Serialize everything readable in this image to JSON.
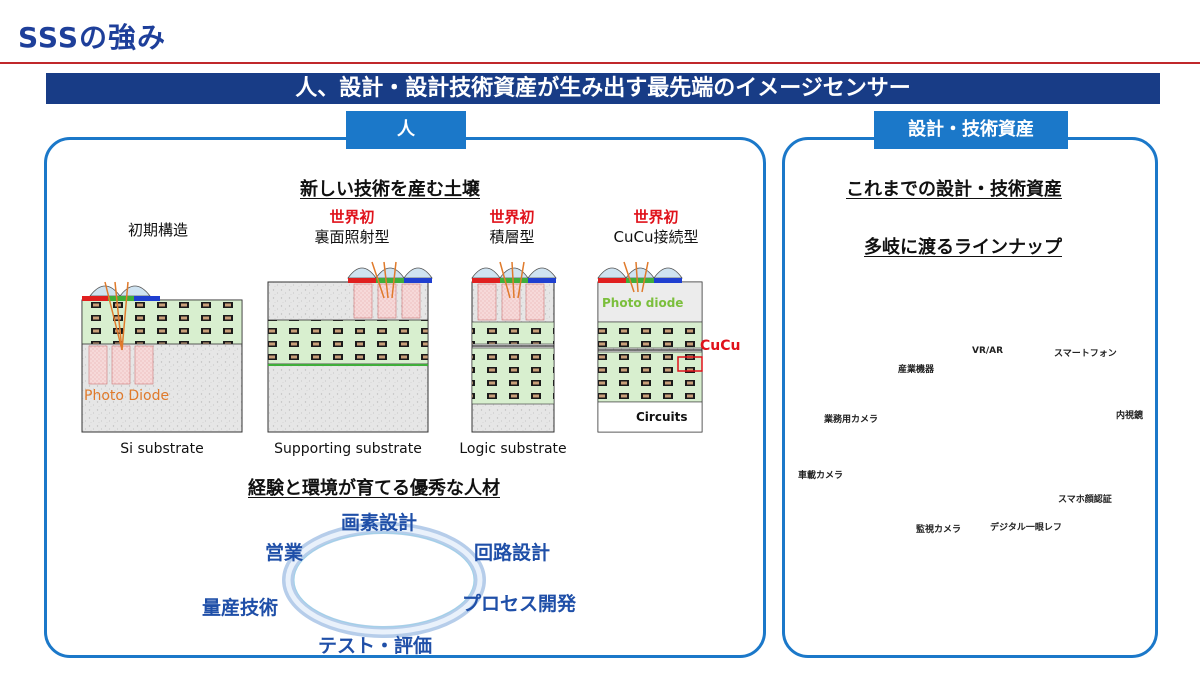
{
  "page_title": "SSSの強み",
  "banner": "人、設計・設計技術資産が生み出す最先端のイメージセンサー",
  "left_panel": {
    "tab": "人",
    "heading1": "新しい技術を産む土壌",
    "structures": [
      {
        "first_label": "",
        "name": "初期構造",
        "substrate": "Si substrate",
        "inner_label": "Photo Diode"
      },
      {
        "first_label": "世界初",
        "name": "裏面照射型",
        "substrate": "Supporting substrate"
      },
      {
        "first_label": "世界初",
        "name": "積層型",
        "substrate": "Logic substrate"
      },
      {
        "first_label": "世界初",
        "name": "CuCu接続型",
        "substrate": "",
        "inner_label": "Photo diode",
        "circuits_label": "Circuits",
        "callout": "CuCu"
      }
    ],
    "heading2": "経験と環境が育てる優秀な人材",
    "ring_items": [
      "画素設計",
      "回路設計",
      "プロセス開発",
      "テスト・評価",
      "量産技術",
      "営業"
    ]
  },
  "right_panel": {
    "tab": "設計・技術資産",
    "heading1": "これまでの設計・技術資産",
    "heading2": "多岐に渡るラインナップ",
    "lineup": [
      "VR/AR",
      "スマートフォン",
      "産業機器",
      "業務用カメラ",
      "内視鏡",
      "車載カメラ",
      "スマホ顔認証",
      "監視カメラ",
      "デジタル一眼レフ"
    ]
  },
  "colors": {
    "title_blue": "#1e3f9a",
    "banner_navy": "#183c86",
    "panel_blue": "#1b78c9",
    "accent_red": "#e0121b",
    "rule_red": "#c0282b",
    "ring_text": "#1f4fa8",
    "diode_orange": "#e07a2b",
    "diode_green": "#7bbf3c"
  }
}
